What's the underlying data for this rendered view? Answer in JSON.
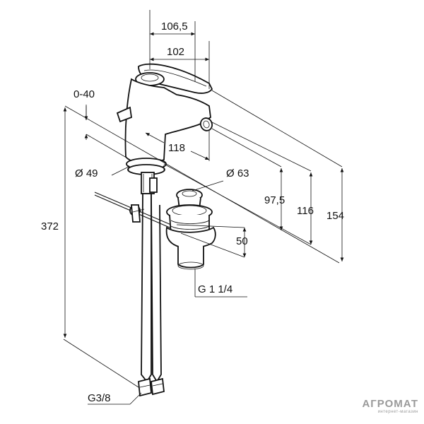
{
  "dimensions": {
    "d106_5": "106,5",
    "d102": "102",
    "d0_40": "0-40",
    "d118": "118",
    "dia49": "Ø 49",
    "dia63": "Ø 63",
    "d97_5": "97,5",
    "d116": "116",
    "d154": "154",
    "d372": "372",
    "d50": "50",
    "g114": "G 1 1/4",
    "g38": "G3/8"
  },
  "watermark": {
    "brand": "АГРОМАТ",
    "tagline": "интернет-магазин"
  },
  "colors": {
    "ink": "#111111",
    "watermark": "#9a9a9a"
  }
}
